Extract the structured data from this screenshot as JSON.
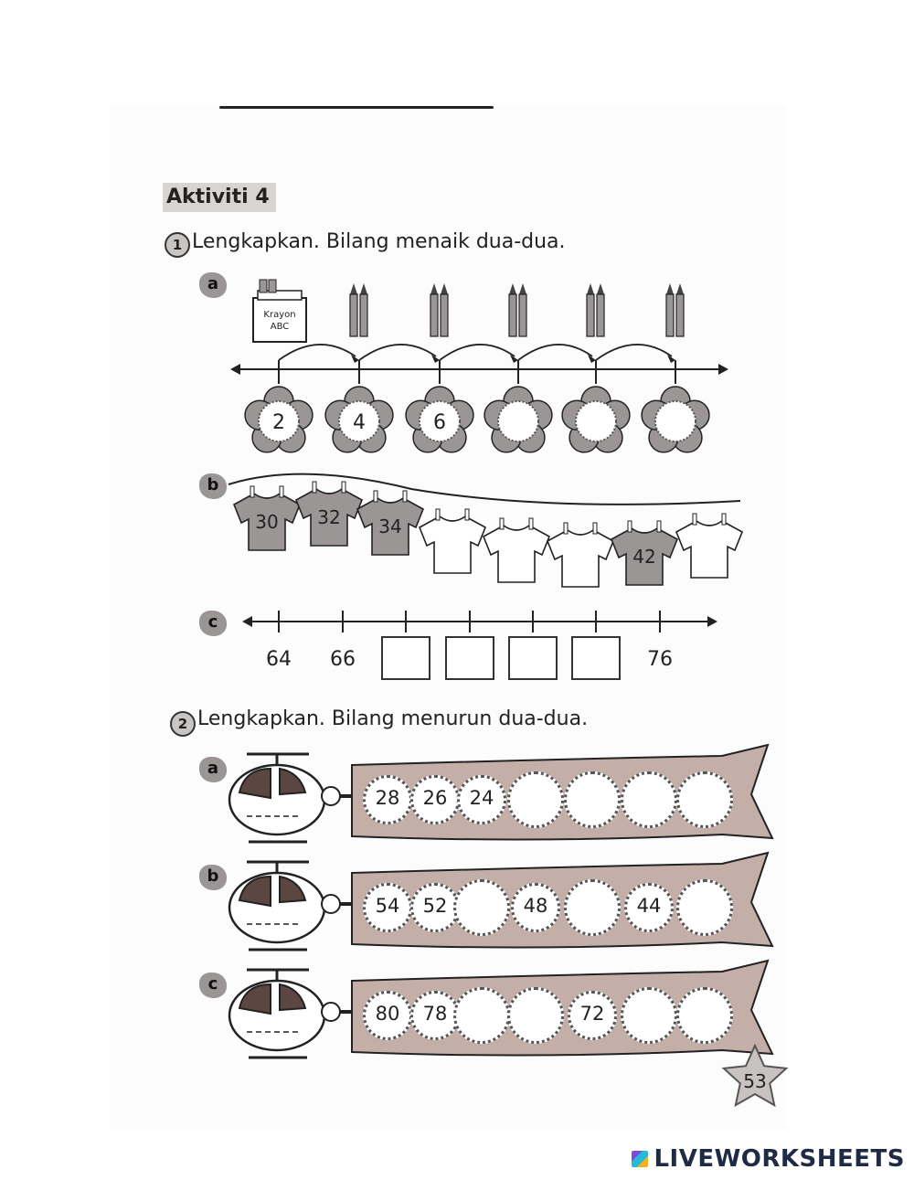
{
  "heading": "Aktiviti 4",
  "q1": {
    "number": "1",
    "text": "Lengkapkan. Bilang menaik dua-dua.",
    "a": {
      "label": "a",
      "box_text": "Krayon ABC",
      "values": [
        "2",
        "4",
        "6",
        "",
        "",
        ""
      ]
    },
    "b": {
      "label": "b",
      "values": [
        "30",
        "32",
        "34",
        "",
        "",
        "",
        "42",
        ""
      ]
    },
    "c": {
      "label": "c",
      "values": [
        "64",
        "66",
        "",
        "",
        "",
        "",
        "76"
      ]
    }
  },
  "q2": {
    "number": "2",
    "text": "Lengkapkan. Bilang menurun dua-dua.",
    "rows": [
      {
        "label": "a",
        "values": [
          "28",
          "26",
          "24",
          "",
          "",
          "",
          ""
        ]
      },
      {
        "label": "b",
        "values": [
          "54",
          "52",
          "",
          "48",
          "",
          "44",
          ""
        ]
      },
      {
        "label": "c",
        "values": [
          "80",
          "78",
          "",
          "",
          "72",
          "",
          ""
        ]
      }
    ]
  },
  "page_number": "53",
  "footer": "LIVEWORKSHEETS",
  "colors": {
    "grey": "#9a9695",
    "banner": "#c3aea8",
    "ink": "#222222"
  }
}
